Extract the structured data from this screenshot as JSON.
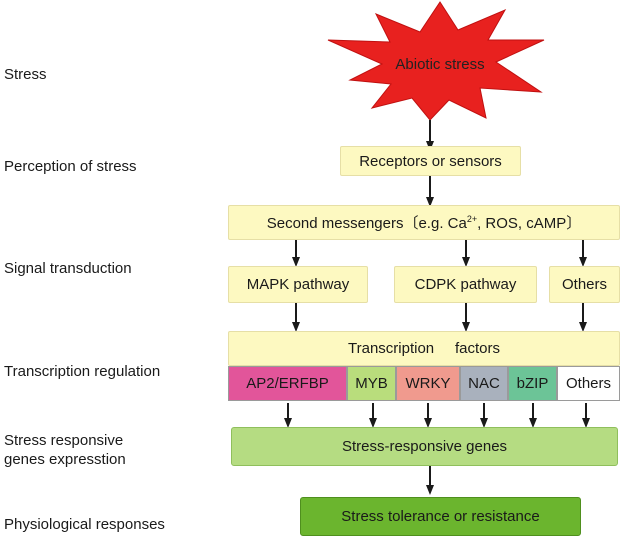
{
  "stages": {
    "stress": "Stress",
    "perception": "Perception of stress",
    "signal": "Signal transduction",
    "transcription": "Transcription regulation",
    "expression_line1": "Stress responsive",
    "expression_line2": "genes expresstion",
    "physiological": "Physiological responses"
  },
  "nodes": {
    "abiotic": "Abiotic stress",
    "receptors": "Receptors or sensors",
    "second_messengers_prefix": "Second messengers〔e.g. Ca",
    "second_messengers_sup": "2+",
    "second_messengers_suffix": ", ROS, cAMP〕",
    "mapk": "MAPK pathway",
    "cdpk": "CDPK pathway",
    "others_pathway": "Others",
    "tf_header": "Transcription     factors",
    "tf_families": [
      {
        "label": "AP2/ERFBP",
        "color": "#e2559a"
      },
      {
        "label": "MYB",
        "color": "#b9dd7c"
      },
      {
        "label": "WRKY",
        "color": "#f09a8e"
      },
      {
        "label": "NAC",
        "color": "#a9b1bd"
      },
      {
        "label": "bZIP",
        "color": "#6cc497"
      },
      {
        "label": "Others",
        "color": "#ffffff"
      }
    ],
    "genes": "Stress-responsive genes",
    "tolerance": "Stress tolerance or resistance"
  },
  "colors": {
    "burst": "#e8211f",
    "box_yellow": "#fdf9c1",
    "genes_green": "#b5dc82",
    "tolerance_green": "#6bb52e"
  }
}
